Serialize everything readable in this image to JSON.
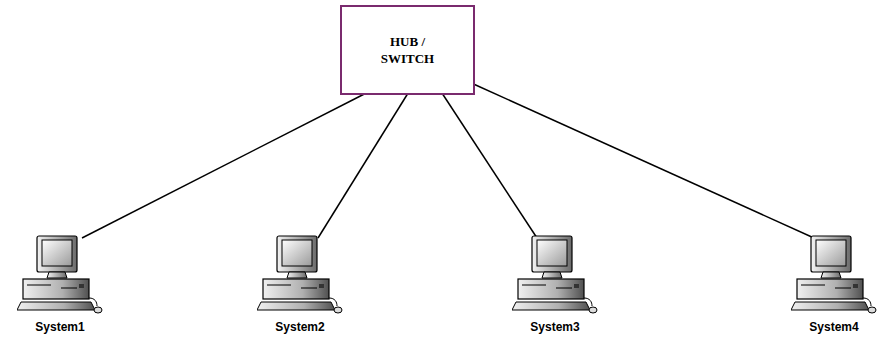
{
  "diagram": {
    "nodes": [
      {
        "text": [
          "HUB / SWITCH"
        ]
      },
      {
        "text": [
          "System1"
        ]
      },
      {
        "text": [
          "System2"
        ]
      },
      {
        "text": [
          "System3"
        ]
      },
      {
        "text": [
          "System4"
        ]
      }
    ],
    "edges": [
      {
        "from": 0,
        "to": 1,
        "arrow": "none"
      },
      {
        "from": 0,
        "to": 2,
        "arrow": "none"
      },
      {
        "from": 0,
        "to": 3,
        "arrow": "none"
      },
      {
        "from": 0,
        "to": 4,
        "arrow": "none"
      }
    ]
  }
}
